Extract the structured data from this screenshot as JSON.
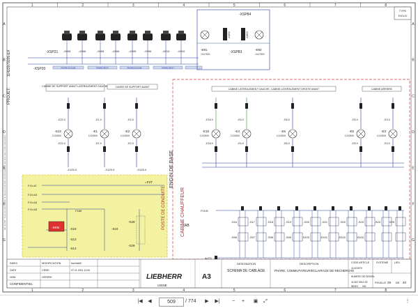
{
  "frame": {
    "columns": [
      "1",
      "2",
      "3",
      "4",
      "5",
      "6",
      "7",
      "8"
    ],
    "rows": [
      "A",
      "B",
      "C",
      "D",
      "E",
      "F",
      "G"
    ],
    "type_label": "TYPE",
    "type_value": "E40LI0"
  },
  "left_margin": {
    "project_label": "PROJET:",
    "project_code": "11422979205-EX",
    "notice_text": "DE 34 002 : Tous ces documents ne peuvent pas être communiqués à des tiers sans notre autorisation"
  },
  "top_section": {
    "connector_left": "-XSP21",
    "connector_left2": "-XSP20",
    "lamp_ids": [
      "-X005",
      "-X006",
      "-X005",
      "-X006",
      "-X005",
      "-X006",
      "-X010",
      "-X010"
    ],
    "lamp_labels": [
      "PHARE GAUCHE",
      "PHARE DROIT",
      "PHARE GAUCHE",
      "PHARE DROIT",
      "PHARE ARRIERE",
      "PHARE ARRIERE"
    ],
    "connector_right": "-XSP84",
    "connector_right2": "-XSP83",
    "relay_labels": [
      "-X464",
      "-X463"
    ],
    "lamp_e91": "-E91",
    "lamp_e92": "-E92",
    "e91_code": "1047800",
    "e92_code": "1047800"
  },
  "sections": {
    "left_title_1": "CABINE DE SUPPORT AVANT LATERALEMENT GAUCHE",
    "left_title_2": "CADRE DE SUPPORT AVANT",
    "right_title_1": "CABINE LATERALEMENT GAUCHE, CABINE LATERALEMENT DROITE AVANT",
    "right_title_2": "CABINE ARRIERE"
  },
  "lamps_left": [
    {
      "id": "-E22",
      "code": "1020806",
      "conn": "-E22.X"
    },
    {
      "id": "-E1",
      "code": "1020806",
      "conn": "-E1.X"
    },
    {
      "id": "-E2",
      "code": "1020806",
      "conn": "-E2.X"
    }
  ],
  "lamps_right": [
    {
      "id": "-E18",
      "code": "1020806",
      "conn": "-E18.X"
    },
    {
      "id": "-E4",
      "code": "1020806",
      "conn": "-E4.X"
    },
    {
      "id": "-E6",
      "code": "1020806",
      "conn": "-E6.X"
    },
    {
      "id": "-E5",
      "code": "1020806",
      "conn": "-E5.X"
    },
    {
      "id": "-E3",
      "code": "1020806",
      "conn": "-E3.X"
    }
  ],
  "yellow_zone": {
    "label_vertical": "POSTE DE CONDUITE",
    "label_engin": "ENGIN DE BASE",
    "x125": "-X125.X",
    "fst": "=FST",
    "components": [
      "-S15",
      "-S13",
      "-S14",
      "-S16",
      "-S28",
      "-S29"
    ],
    "wire_codes": [
      "F19.AT",
      "F19.AS",
      "F19.AS",
      "F19.AS",
      "F19.BT",
      "F185",
      "F19.A"
    ],
    "emergency": "-SEM"
  },
  "red_zone": {
    "label_cabine": "CABINE CHAUFFEUR",
    "label_zab": "ZAB",
    "switches": [
      "-S16",
      "-S17",
      "-S18",
      "-S19",
      "-S20",
      "-S21",
      "-S22",
      "-S23",
      "-S24",
      "-S25"
    ],
    "relays": [
      "-S96",
      "-S97",
      "-S98",
      "-S99",
      "-S100",
      "-S101",
      "-S102",
      "-S103"
    ],
    "bus_label": "F19.B",
    "alf_label": "ALF3"
  },
  "title_block": {
    "col1": [
      "INDEX",
      "DATE",
      "NOM"
    ],
    "col_headers": [
      "MODIFICATION",
      "CREE",
      "VERIFIE"
    ],
    "values_date": "07.11.2011 11:00",
    "values_name": "bachta60",
    "confidential": "CONFIDENTIEL",
    "brand": "LIEBHERR",
    "usine": "USINE",
    "format": "A3",
    "designation_label": "DESIGNATION",
    "designation_value": "SCHEMA DE CABLAGE",
    "description_label": "DESCRIPTION",
    "description_value": "PHARE, COMMUTATEUR/ECLAIRAGE DE RECHERCHE",
    "code_label": "CODE ARTICLE",
    "code_value": "11422979",
    "system_label": "SYSTEME",
    "lieu_label": "LIEU",
    "system_value": "",
    "lieu_value": "",
    "drawing_no_label": "NUMERO DE DESSIN",
    "drawing_no": "11422 9011 00",
    "page_label": "FEUILLE",
    "page_value": "29",
    "page_of": "DE",
    "page_total": "40",
    "index_label": "INDEX",
    "index_value": "000"
  },
  "viewer": {
    "current_page": "509",
    "total_pages": "/ 774"
  },
  "colors": {
    "yellow_fill": "#f3f2a0",
    "red_dashed": "#d93a3a",
    "wire_blue": "#1f3c9a",
    "wire_green": "#2a9a2a",
    "text_dark": "#222222"
  }
}
